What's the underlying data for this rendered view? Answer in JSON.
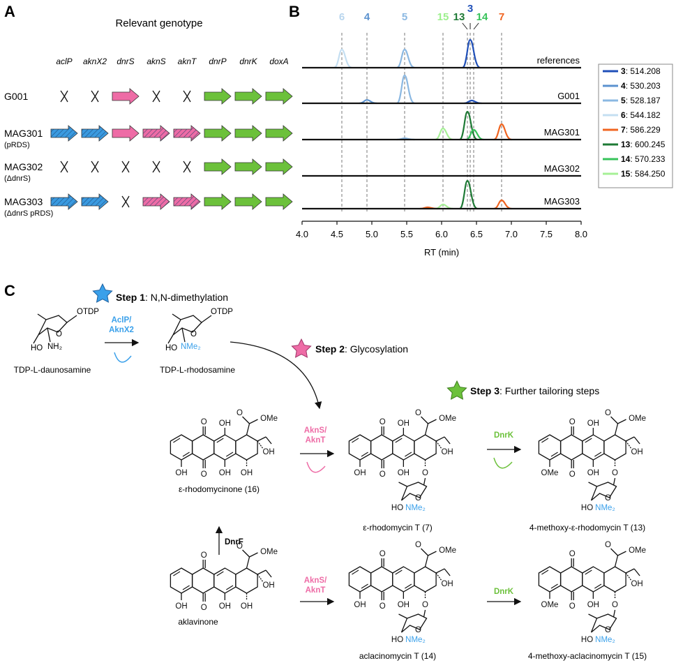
{
  "panel_a": {
    "letter": "A",
    "title": "Relevant genotype",
    "genes": [
      "aclP",
      "aknX2",
      "dnrS",
      "aknS",
      "aknT",
      "dnrP",
      "dnrK",
      "doxA"
    ],
    "strains": [
      {
        "name": "G001",
        "sub": "",
        "states": [
          "x",
          "x",
          "pink",
          "x",
          "x",
          "green",
          "green",
          "green"
        ]
      },
      {
        "name": "MAG301",
        "sub": "(pRDS)",
        "states": [
          "blue-h",
          "blue-h",
          "pink",
          "pink-h",
          "pink-h",
          "green",
          "green",
          "green"
        ]
      },
      {
        "name": "MAG302",
        "sub": "(ΔdnrS)",
        "states": [
          "x",
          "x",
          "x",
          "x",
          "x",
          "green",
          "green",
          "green"
        ]
      },
      {
        "name": "MAG303",
        "sub": "(ΔdnrS pRDS)",
        "states": [
          "blue-h",
          "blue-h",
          "x",
          "pink-h",
          "pink-h",
          "green",
          "green",
          "green"
        ]
      }
    ],
    "colors": {
      "blue": "#3a9ae0",
      "pink": "#ee6ca6",
      "green": "#6cc13b"
    }
  },
  "panel_b": {
    "letter": "B",
    "xlabel": "RT (min)",
    "trace_labels": [
      "references",
      "G001",
      "MAG301",
      "MAG302",
      "MAG303"
    ],
    "peak_labels": [
      {
        "label": "6",
        "rt": 4.57,
        "color": "#b9d6ee"
      },
      {
        "label": "4",
        "rt": 4.93,
        "color": "#5b92cf"
      },
      {
        "label": "5",
        "rt": 5.47,
        "color": "#8bb8e2"
      },
      {
        "label": "15",
        "rt": 6.02,
        "color": "#9cf08c"
      },
      {
        "label": "13",
        "rt": 6.37,
        "color": "#1e7a35"
      },
      {
        "label": "3",
        "rt": 6.41,
        "color": "#1f4fb8"
      },
      {
        "label": "14",
        "rt": 6.46,
        "color": "#37c35a"
      },
      {
        "label": "7",
        "rt": 6.86,
        "color": "#f06420"
      }
    ],
    "legend": [
      {
        "num": "3",
        "text": ": 514.208",
        "color": "#1f4fb8"
      },
      {
        "num": "4",
        "text": ": 530.203",
        "color": "#5b92cf"
      },
      {
        "num": "5",
        "text": ": 528.187",
        "color": "#8bb8e2"
      },
      {
        "num": "6",
        "text": ": 544.182",
        "color": "#c5dff2"
      },
      {
        "num": "7",
        "text": ": 586.229",
        "color": "#f06420"
      },
      {
        "num": "13",
        "text": ": 600.245",
        "color": "#1e7a35"
      },
      {
        "num": "14",
        "text": ": 570.233",
        "color": "#37c35a"
      },
      {
        "num": "15",
        "text": ": 584.250",
        "color": "#a6f096"
      }
    ]
  },
  "chart_data": {
    "type": "line",
    "title": "",
    "xlabel": "RT (min)",
    "ylabel": "",
    "xlim": [
      4.0,
      8.0
    ],
    "x_ticks": [
      "4.0",
      "4.5",
      "5.0",
      "5.5",
      "6.0",
      "6.5",
      "7.0",
      "7.5",
      "8.0"
    ],
    "traces": [
      {
        "name": "references",
        "peaks": [
          {
            "compound": "6",
            "rt": 4.57,
            "height": 0.65
          },
          {
            "compound": "5",
            "rt": 5.47,
            "height": 0.65
          },
          {
            "compound": "3",
            "rt": 6.41,
            "height": 1.0
          }
        ]
      },
      {
        "name": "G001",
        "peaks": [
          {
            "compound": "4",
            "rt": 4.93,
            "height": 0.12
          },
          {
            "compound": "5",
            "rt": 5.47,
            "height": 1.0
          },
          {
            "compound": "3",
            "rt": 6.43,
            "height": 0.1
          }
        ]
      },
      {
        "name": "MAG301",
        "peaks": [
          {
            "compound": "5",
            "rt": 5.47,
            "height": 0.05
          },
          {
            "compound": "15",
            "rt": 6.02,
            "height": 0.4
          },
          {
            "compound": "13",
            "rt": 6.37,
            "height": 1.0
          },
          {
            "compound": "14",
            "rt": 6.46,
            "height": 0.35
          },
          {
            "compound": "7",
            "rt": 6.86,
            "height": 0.55
          }
        ]
      },
      {
        "name": "MAG302",
        "peaks": []
      },
      {
        "name": "MAG303",
        "peaks": [
          {
            "compound": "7",
            "rt": 5.8,
            "height": 0.05
          },
          {
            "compound": "15",
            "rt": 6.02,
            "height": 0.15
          },
          {
            "compound": "13",
            "rt": 6.37,
            "height": 1.0
          },
          {
            "compound": "7",
            "rt": 6.86,
            "height": 0.3
          }
        ]
      }
    ]
  },
  "panel_c": {
    "letter": "C",
    "step1_bold": "Step 1",
    "step1_rest": ": N,N-dimethylation",
    "step2_bold": "Step 2",
    "step2_rest": ": Glycosylation",
    "step3_bold": "Step 3",
    "step3_rest": ": Further tailoring steps",
    "enz_aclp": "AclP/",
    "enz_aknx2": "AknX2",
    "enz_akns": "AknS/",
    "enz_aknt": "AknT",
    "enz_akns2": "AknS/",
    "enz_aknt2": "AknT",
    "enz_dnrk": "DnrK",
    "enz_dnrk2": "DnrK",
    "enz_dnrf": "DnrF",
    "sugar1": "TDP-L-daunosamine",
    "sugar2": "TDP-L-rhodosamine",
    "cmpd_16": "ε-rhodomycinone (16)",
    "cmpd_7": "ε-rhodomycin T (7)",
    "cmpd_13": "4-methoxy-ε-rhodomycin T (13)",
    "cmpd_akla": "aklavinone",
    "cmpd_14": "aclacinomycin T (14)",
    "cmpd_15": "4-methoxy-aclacinomycin T (15)",
    "otdp": "OTDP",
    "nh2": "NH₂",
    "nme2": "NMe₂",
    "ho": "HO",
    "o": "O",
    "oh": "OH",
    "ome": "OMe",
    "co2me": "OMe"
  }
}
